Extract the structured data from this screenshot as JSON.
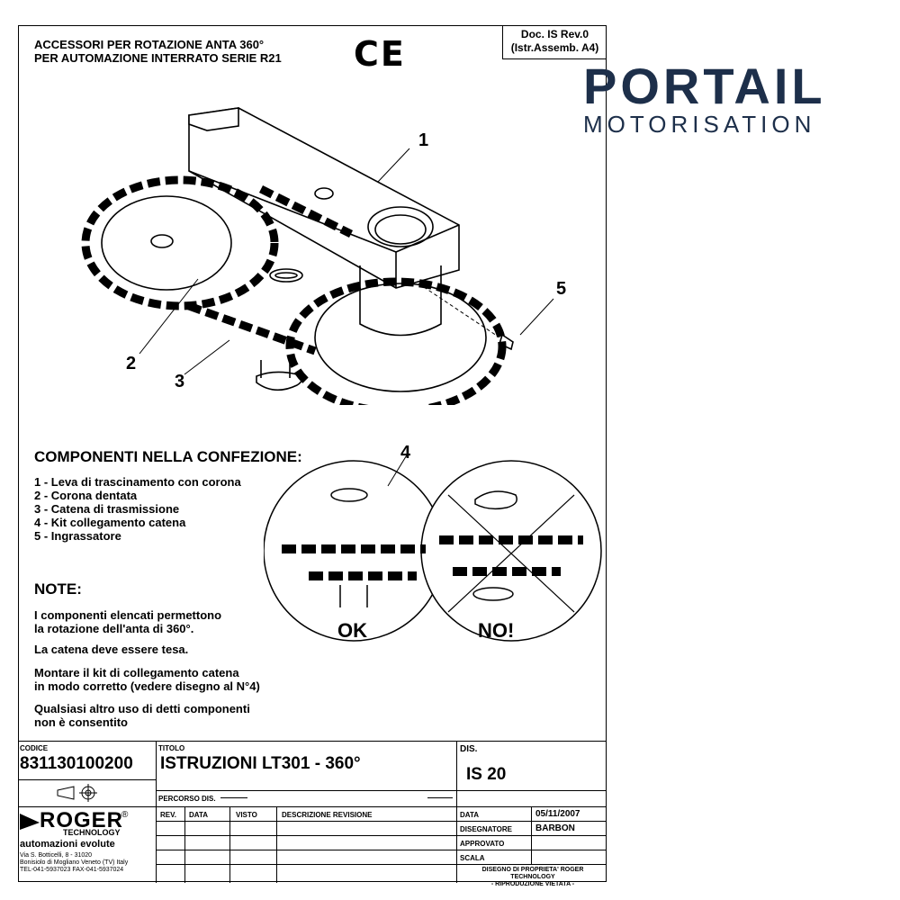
{
  "header": {
    "line1": "ACCESSORI PER ROTAZIONE ANTA 360°",
    "line2": "PER AUTOMAZIONE INTERRATO SERIE R21",
    "ce_mark": "CE",
    "doc_line1": "Doc. IS Rev.0",
    "doc_line2": "(Istr.Assemb. A4)"
  },
  "logo": {
    "top": "PORTAIL",
    "bottom": "MOTORISATION",
    "accent_color": "#4a9fd4",
    "main_color": "#1d2f4a"
  },
  "callouts": [
    "1",
    "2",
    "3",
    "4",
    "5"
  ],
  "components": {
    "title": "COMPONENTI NELLA CONFEZIONE:",
    "items": [
      "1 - Leva di trascinamento con corona",
      "2 - Corona dentata",
      "3 - Catena di trasmissione",
      "4 - Kit collegamento catena",
      "5 - Ingrassatore"
    ]
  },
  "notes": {
    "title": "NOTE:",
    "n1a": "I componenti elencati permettono",
    "n1b": "la rotazione dell'anta di 360°.",
    "n2": "La catena deve essere tesa.",
    "n3a": "Montare il kit di collegamento catena",
    "n3b": "in modo corretto (vedere disegno al N°4)",
    "n4a": "Qualsiasi altro uso di detti componenti",
    "n4b": "non è consentito"
  },
  "detail": {
    "ok": "OK",
    "no": "NO!"
  },
  "title_block": {
    "codice_label": "CODICE",
    "codice": "831130100200",
    "titolo_label": "TITOLO",
    "titolo": "ISTRUZIONI LT301 - 360°",
    "dis_label": "DIS.",
    "dis": "IS  20",
    "percorso": "PERCORSO DIS.",
    "rev": "REV.",
    "data": "DATA",
    "visto": "VISTO",
    "descrizione": "DESCRIZIONE  REVISIONE",
    "data_label": "DATA",
    "data_value": "05/11/2007",
    "disegnatore_label": "DISEGNATORE",
    "disegnatore": "BARBON",
    "approvato_label": "APPROVATO",
    "scala_label": "SCALA",
    "property_line1": "DISEGNO DI PROPRIETA' ROGER TECHNOLOGY",
    "property_line2": "- RIPRODUZIONE VIETATA -",
    "company": "ROGER",
    "company_reg": "®",
    "company_sub": "TECHNOLOGY",
    "tagline": "automazioni  evolute",
    "addr1": "Via S. Botticelli, 8 - 31020",
    "addr2": "Bonisiolo di Mogliano Veneto (TV) Italy",
    "addr3": "TEL-041-5937023  FAX-041-5937024"
  }
}
